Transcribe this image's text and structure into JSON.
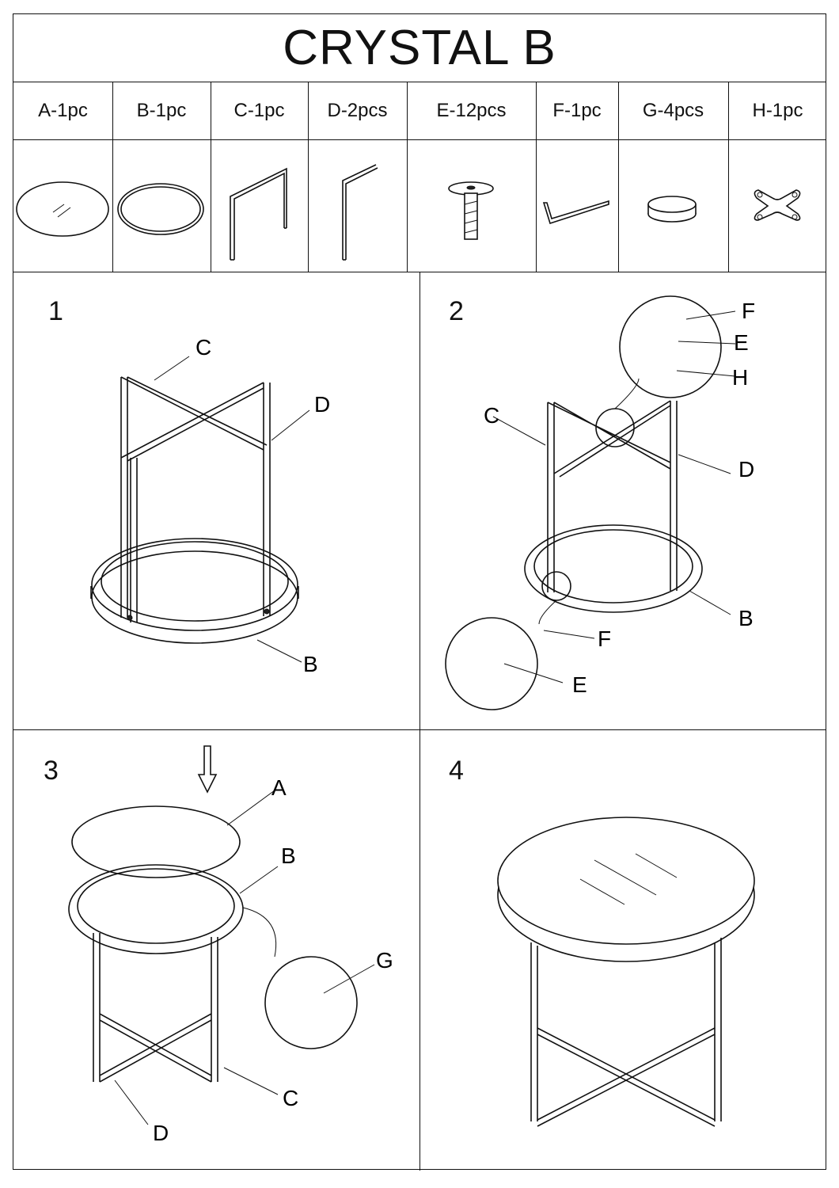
{
  "title": "CRYSTAL B",
  "parts": [
    {
      "label": "A-1pc",
      "icon": "round-glass-top-icon"
    },
    {
      "label": "B-1pc",
      "icon": "round-ring-frame-icon"
    },
    {
      "label": "C-1pc",
      "icon": "leg-frame-c-icon"
    },
    {
      "label": "D-2pcs",
      "icon": "leg-frame-d-icon"
    },
    {
      "label": "E-12pcs",
      "icon": "bolt-icon"
    },
    {
      "label": "F-1pc",
      "icon": "allen-key-icon"
    },
    {
      "label": "G-4pcs",
      "icon": "pad-icon"
    },
    {
      "label": "H-1pc",
      "icon": "cross-plate-icon"
    }
  ],
  "steps": [
    {
      "number": "1",
      "callouts": [
        "C",
        "D",
        "B"
      ]
    },
    {
      "number": "2",
      "callouts": [
        "F",
        "E",
        "H",
        "C",
        "D",
        "B",
        "F",
        "E"
      ]
    },
    {
      "number": "3",
      "callouts": [
        "A",
        "B",
        "G",
        "C",
        "D"
      ]
    },
    {
      "number": "4",
      "callouts": []
    }
  ]
}
